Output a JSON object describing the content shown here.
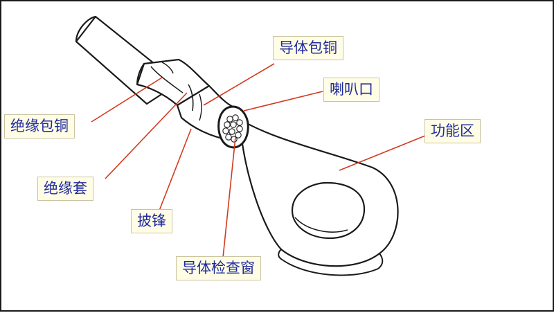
{
  "labels": {
    "conductor_barrel": "导体包铜",
    "bell_mouth": "喇叭口",
    "functional_zone": "功能区",
    "insulation_barrel": "绝缘包铜",
    "insulation_sleeve": "绝缘套",
    "burr": "披锋",
    "inspection_window": "导体检查窗"
  },
  "colors": {
    "label_text": "#1f2a9e",
    "label_background": "#fffde6",
    "leader_line": "#d23a1e",
    "outline": "#1a1a1a"
  }
}
